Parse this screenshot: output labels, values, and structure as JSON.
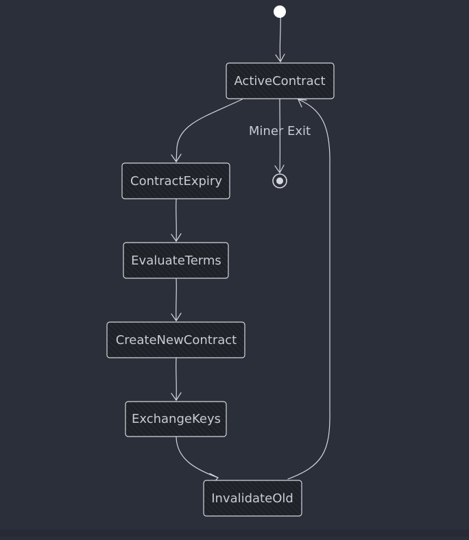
{
  "diagram": {
    "type": "state-diagram",
    "states": [
      {
        "id": "active",
        "label": "ActiveContract"
      },
      {
        "id": "expiry",
        "label": "ContractExpiry"
      },
      {
        "id": "evaluate",
        "label": "EvaluateTerms"
      },
      {
        "id": "create",
        "label": "CreateNewContract"
      },
      {
        "id": "exchange",
        "label": "ExchangeKeys"
      },
      {
        "id": "invalidate",
        "label": "InvalidateOld"
      }
    ],
    "transitions": [
      {
        "from": "start",
        "to": "active",
        "label": ""
      },
      {
        "from": "active",
        "to": "end",
        "label": "Miner Exit"
      },
      {
        "from": "active",
        "to": "expiry",
        "label": ""
      },
      {
        "from": "expiry",
        "to": "evaluate",
        "label": ""
      },
      {
        "from": "evaluate",
        "to": "create",
        "label": ""
      },
      {
        "from": "create",
        "to": "exchange",
        "label": ""
      },
      {
        "from": "exchange",
        "to": "invalidate",
        "label": ""
      },
      {
        "from": "invalidate",
        "to": "active",
        "label": ""
      }
    ]
  },
  "colors": {
    "background": "#2b2f3a",
    "node_fill": "#1f2228",
    "stroke": "#d6d8dd",
    "text": "#c9ccd3"
  }
}
